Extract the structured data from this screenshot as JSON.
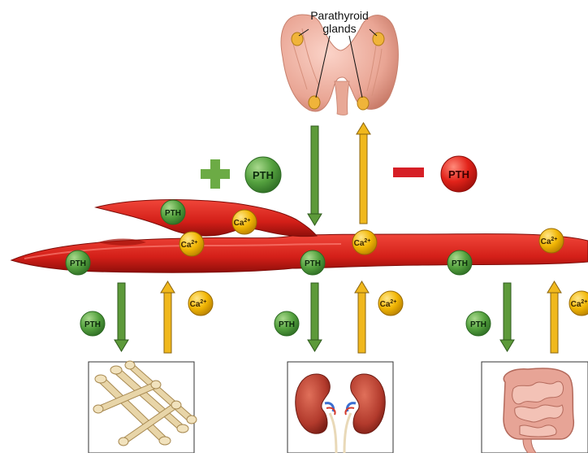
{
  "gland_label": {
    "line1": "Parathyroid",
    "line2": "glands"
  },
  "hormone": "PTH",
  "calcium": {
    "base": "Ca",
    "charge": "2+"
  },
  "signs": {
    "plus_color": "#6cab45",
    "minus_color": "#d61f26"
  },
  "colors": {
    "pth_green": "#4f9a3c",
    "pth_red": "#e2231a",
    "calcium_yellow": "#f2b705",
    "arrow_green": "#5d9a3a",
    "arrow_yellow": "#f0b81d",
    "vessel_red": "#d8251e"
  },
  "targets": [
    "bone",
    "kidney",
    "intestine"
  ]
}
